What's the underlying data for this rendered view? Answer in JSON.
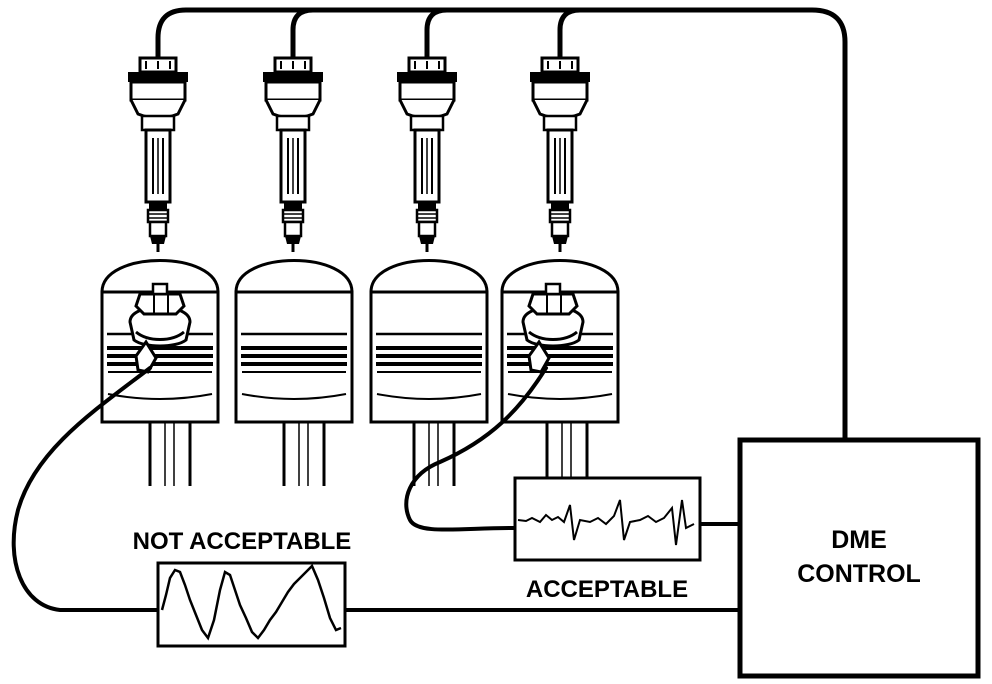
{
  "labels": {
    "not_acceptable": "NOT ACCEPTABLE",
    "acceptable": "ACCEPTABLE",
    "dme_line1": "DME",
    "dme_line2": "CONTROL"
  },
  "colors": {
    "ink": "#000000",
    "paper": "#ffffff"
  }
}
